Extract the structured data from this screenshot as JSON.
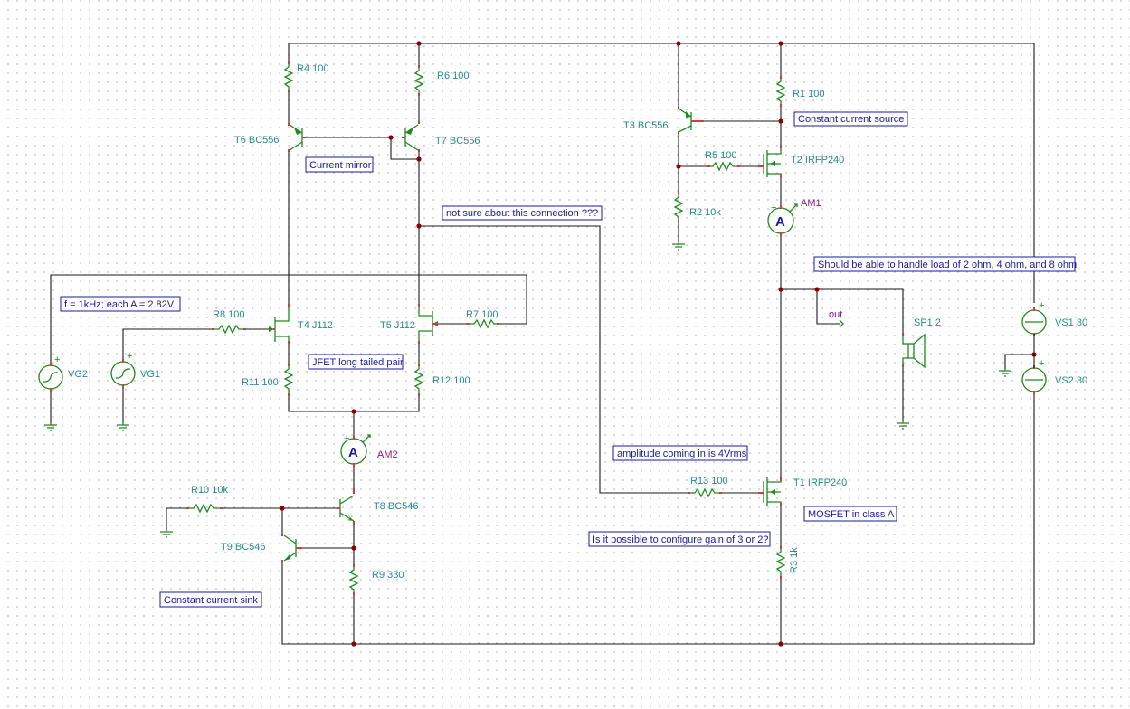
{
  "components": {
    "r4": "R4 100",
    "r6": "R6 100",
    "t6": "T6 BC556",
    "t7": "T7 BC556",
    "r1": "R1 100",
    "t3": "T3 BC556",
    "r5": "R5 100",
    "t2": "T2 IRFP240",
    "r2": "R2 10k",
    "am1": "AM1",
    "r8": "R8 100",
    "t4": "T4 J112",
    "t5": "T5 J112",
    "r7": "R7 100",
    "r11": "R11 100",
    "r12": "R12 100",
    "vg1": "VG1",
    "vg2": "VG2",
    "am2": "AM2",
    "r10": "R10 10k",
    "t8": "T8 BC546",
    "t9": "T9 BC546",
    "r9": "R9 330",
    "r13": "R13 100",
    "t1": "T1 IRFP240",
    "r3": "R3 1k",
    "sp1": "SP1 2",
    "out": "out",
    "vs1": "VS1 30",
    "vs2": "VS2 30"
  },
  "notes": {
    "current_mirror": "Current mirror",
    "constant_current_source": "Constant current source",
    "connection": "not sure about this connection ???",
    "load": "Should be able to handle load of 2 ohm, 4 ohm, and 8 ohm",
    "freq": "f = 1kHz; each A = 2.82V",
    "jfet": "JFET long tailed pair",
    "amplitude": "amplitude coming in is 4Vrms",
    "mosfet": "MOSFET in class A",
    "gain": "Is it possible to configure gain of 3 or 2?",
    "sink": "Constant current sink"
  },
  "ammeter_symbol": "A",
  "colors": {
    "wire": "#1a1a1a",
    "component": "#1e8a1e",
    "pin": "#d23c3c",
    "label": "#2a8a8a",
    "note": "#1a1aa0",
    "node": "#8b0000"
  }
}
